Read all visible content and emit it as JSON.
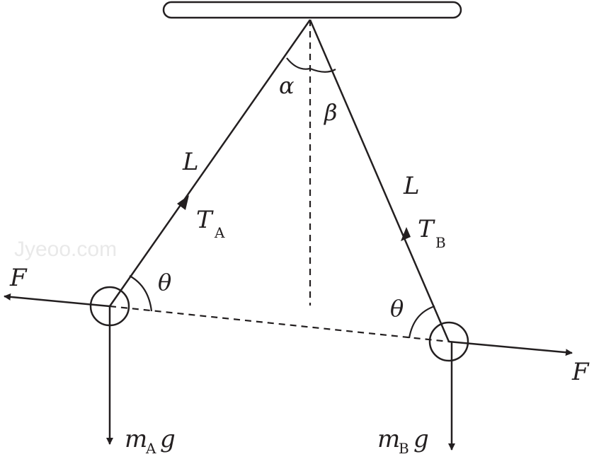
{
  "watermark": "Jyeoo.com",
  "labels": {
    "alpha": "α",
    "beta": "β",
    "length_left": "L",
    "length_right": "L",
    "tension_a": "T",
    "tension_a_sub": "A",
    "tension_b": "T",
    "tension_b_sub": "B",
    "theta_left": "θ",
    "theta_right": "θ",
    "force_left": "F",
    "force_right": "F",
    "weight_a_m": "m",
    "weight_a_sub": "A",
    "weight_a_g": "g",
    "weight_b_m": "m",
    "weight_b_sub": "B",
    "weight_b_g": "g"
  },
  "colors": {
    "ink": "#231f20",
    "watermark": "#e9e9e9"
  }
}
